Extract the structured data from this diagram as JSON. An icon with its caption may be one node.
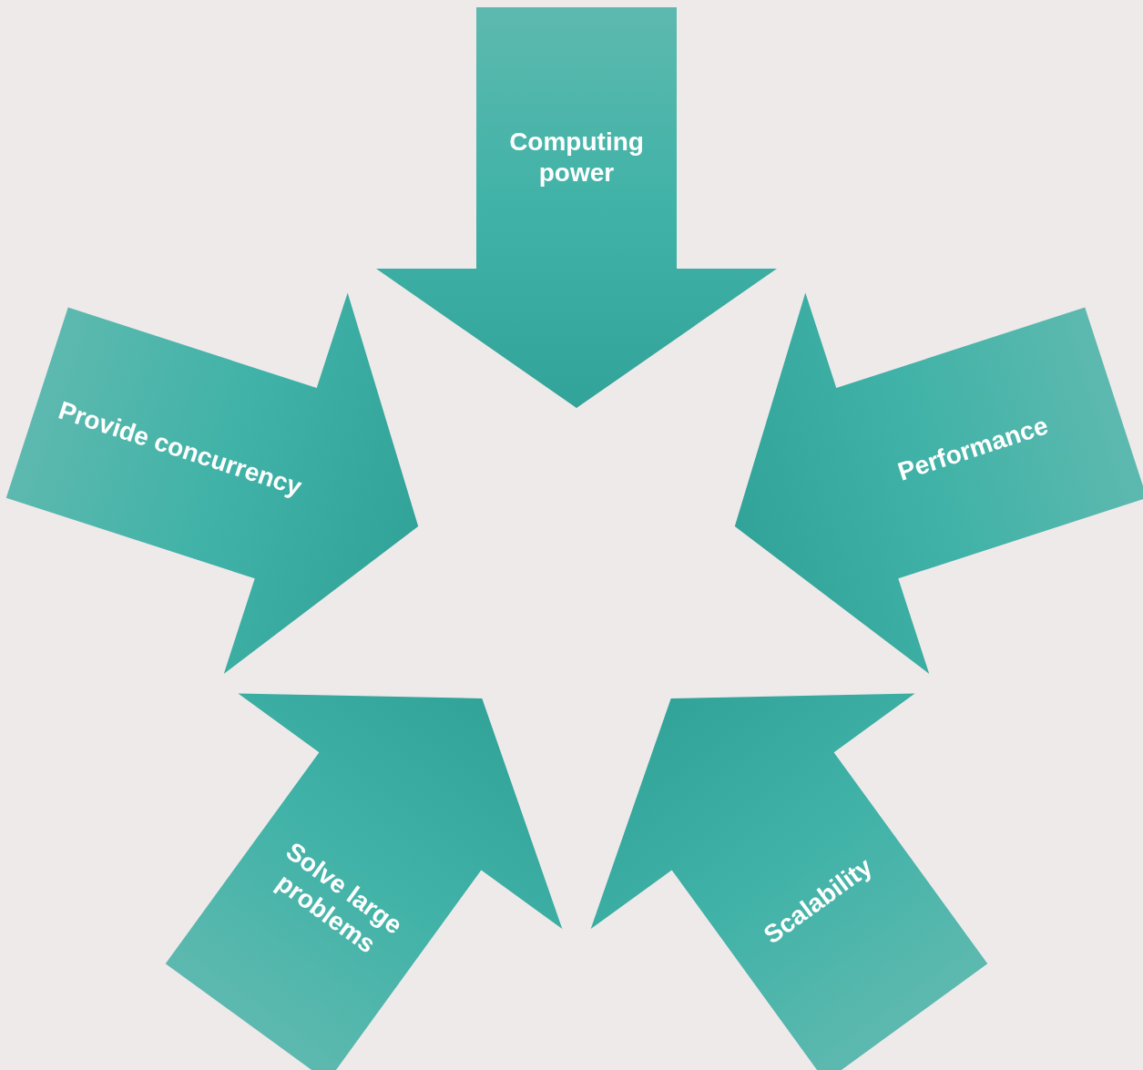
{
  "diagram": {
    "nodes": [
      {
        "text": [
          "Computing power"
        ]
      },
      {
        "text": [
          "Provide concurrency"
        ]
      },
      {
        "text": [
          "Performance"
        ]
      },
      {
        "text": [
          "Solve large problems"
        ]
      },
      {
        "text": [
          "Scalability"
        ]
      }
    ]
  }
}
